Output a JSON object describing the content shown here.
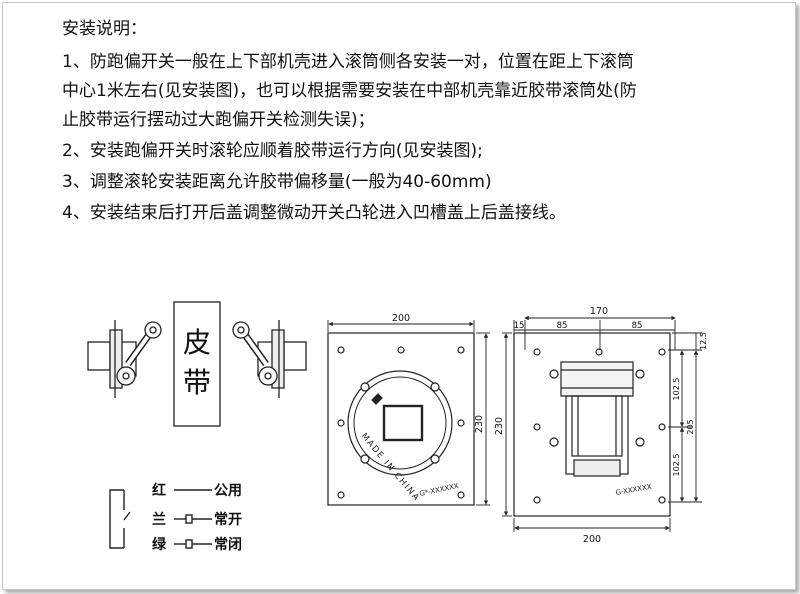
{
  "heading": "安装说明：",
  "paragraphs": [
    {
      "line1": "1、防跑偏开关一般在上下部机壳进入滚筒侧各安装一对，位置在距上下滚筒",
      "line2": "中心1米左右(见安装图)，也可以根据需要安装在中部机壳靠近胶带滚筒处(防",
      "line3": "止胶带运行摆动过大跑偏开关检测失误)；"
    },
    {
      "line1": "2、安装跑偏开关时滚轮应顺着胶带运行方向(见安装图);"
    },
    {
      "line1": "3、调整滚轮安装距离允许胶带偏移量(一般为40-60mm)"
    },
    {
      "line1": "4、安装结束后打开后盖调整微动开关凸轮进入凹槽盖上后盖接线。"
    }
  ],
  "belt_label": [
    "皮",
    "带"
  ],
  "wiring": {
    "red": "红",
    "common": "公用",
    "blue": "兰",
    "no": "常开",
    "green": "绿",
    "nc": "常闭"
  },
  "front_view": {
    "width_dim": "200",
    "height_dim": "230",
    "housing_text": "MADE IN CHINA",
    "plate_text": "G*-XXXXXX"
  },
  "side_view": {
    "top_total": "170",
    "top_left_small": "15",
    "top_mid1": "85",
    "top_mid2": "85",
    "right_top_small": "12.5",
    "right_102_a": "102.5",
    "right_205": "205",
    "right_102_b": "102.5",
    "left_height": "230",
    "bottom_width": "200",
    "plate_text": "G-XXXXXX"
  },
  "colors": {
    "line": "#222222",
    "gray_fill": "#e6e6e6",
    "dark_fill": "#c9c9c9"
  }
}
